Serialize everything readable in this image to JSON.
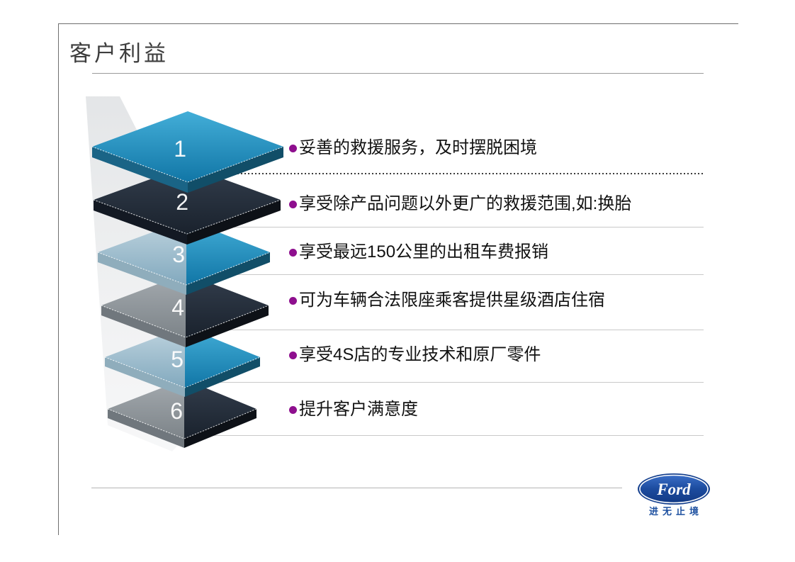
{
  "title": "客户利益",
  "bullets": [
    {
      "text": "妥善的救援服务，及时摆脱困境"
    },
    {
      "text": "享受除产品问题以外更广的救援范围,如:换胎"
    },
    {
      "text": "享受最远150公里的出租车费报销"
    },
    {
      "text": "可为车辆合法限座乘客提供星级酒店住宿"
    },
    {
      "text": "享受4S店的专业技术和原厂零件"
    },
    {
      "text": "提升客户满意度"
    }
  ],
  "stack": {
    "layers": [
      "1",
      "2",
      "3",
      "4",
      "5",
      "6"
    ]
  },
  "footer": {
    "logo_text": "Ford",
    "tagline": "进无止境"
  },
  "colors": {
    "layer_blue": "#1e8fbe",
    "layer_blue_muted": "#9cbccd",
    "layer_dark": "#232d3a",
    "layer_dark_muted": "#8d9399",
    "bullet_dot": "#8e0f8e",
    "dotted_divider": "#3c3c3c",
    "solid_divider": "#c9c9c9",
    "ford_blue": "#1c4b9e",
    "tagline_blue": "#1d50a0"
  }
}
